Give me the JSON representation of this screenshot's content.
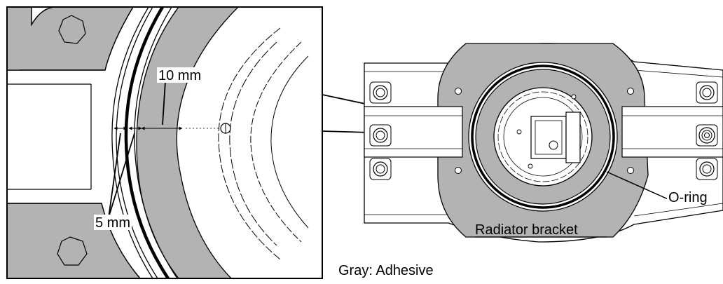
{
  "labels": {
    "dim_10": "10 mm",
    "dim_5": "5 mm",
    "o_ring": "O-ring",
    "bracket": "Radiator bracket",
    "legend": "Gray: Adhesive"
  },
  "colors": {
    "adhesive": "#b3b3b3",
    "line": "#000000",
    "background": "#ffffff"
  }
}
